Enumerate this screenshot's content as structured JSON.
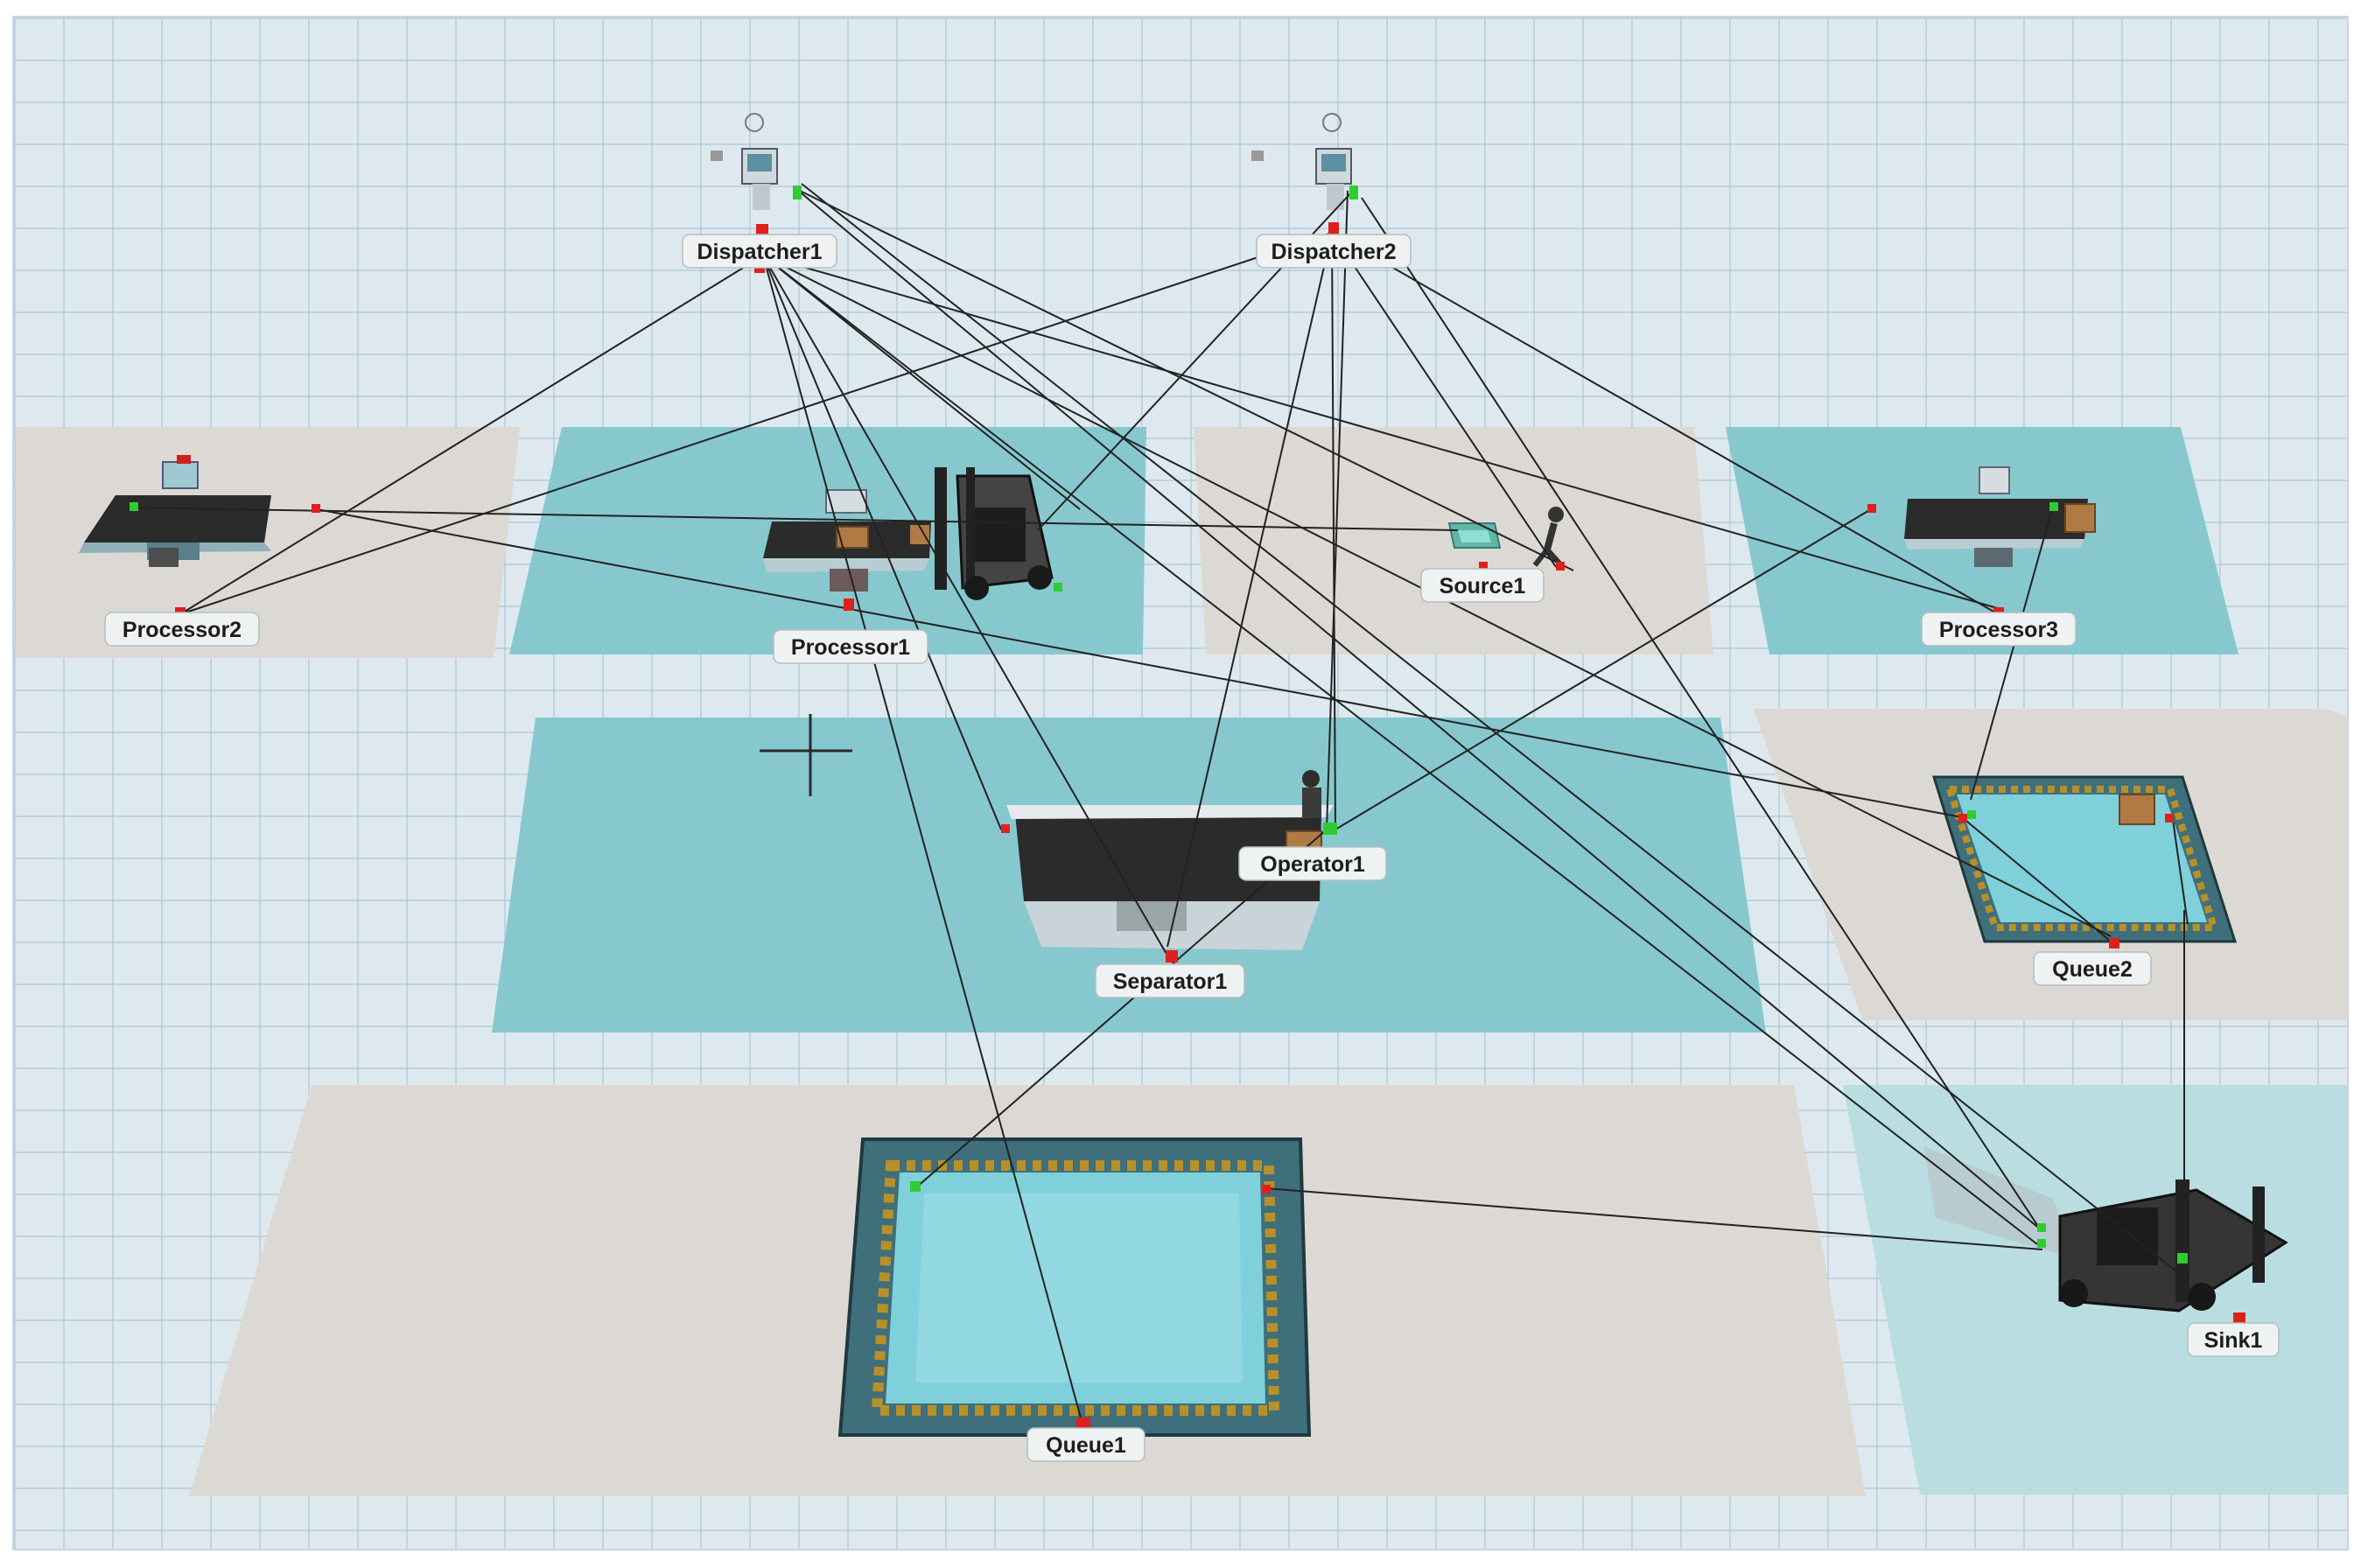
{
  "objects": {
    "dispatcher1": "Dispatcher1",
    "dispatcher2": "Dispatcher2",
    "processor1": "Processor1",
    "processor2": "Processor2",
    "processor3": "Processor3",
    "source1": "Source1",
    "separator1": "Separator1",
    "operator1": "Operator1",
    "queue1": "Queue1",
    "queue2": "Queue2",
    "sink1": "Sink1"
  },
  "colors": {
    "grid_floor": "#dde9ef",
    "teal_zone": "#87c8cf",
    "light_teal_zone": "#b9dde1",
    "beige_zone": "#dcd9d5",
    "connector_line": "#222222",
    "output_port": "#e0201c",
    "input_port": "#2ecc2e"
  },
  "icons": {
    "dispatcher": "dispatcher-computer-icon",
    "processor": "conveyor-processor-icon",
    "source": "source-icon",
    "operator": "operator-person-icon",
    "transporter": "forklift-icon",
    "queue": "queue-floor-icon",
    "cursor": "crosshair-cursor-icon"
  }
}
